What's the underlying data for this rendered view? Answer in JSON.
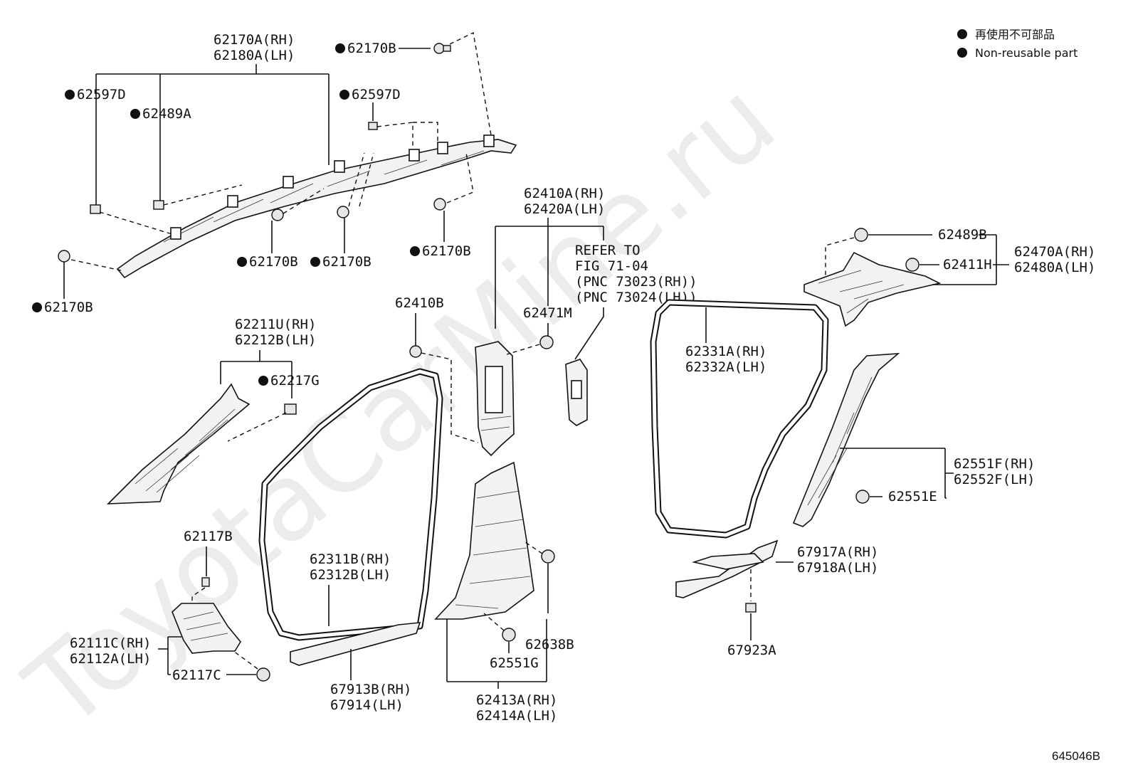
{
  "watermark": "ToyotaCarMine.ru",
  "legend": {
    "jp": "再使用不可部品",
    "en": "Non-reusable part"
  },
  "figure_code": "645046B",
  "labels": {
    "l62170A": "62170A(RH)",
    "l62180A": "62180A(LH)",
    "l62170B_top": "62170B",
    "l62597D_l": "62597D",
    "l62489A": "62489A",
    "l62597D_r": "62597D",
    "l62170B_1": "62170B",
    "l62170B_2": "62170B",
    "l62170B_3": "62170B",
    "l62170B_4": "62170B",
    "l62410A": "62410A(RH)",
    "l62420A": "62420A(LH)",
    "refer1": "REFER TO",
    "refer2": "FIG 71-04",
    "refer3": "(PNC 73023(RH))",
    "refer4": "(PNC 73024(LH))",
    "l62489B": "62489B",
    "l62411H": "62411H",
    "l62470A": "62470A(RH)",
    "l62480A": "62480A(LH)",
    "l62410B": "62410B",
    "l62471M": "62471M",
    "l62211U": "62211U(RH)",
    "l62212B": "62212B(LH)",
    "l62217G": "62217G",
    "l62331A": "62331A(RH)",
    "l62332A": "62332A(LH)",
    "l62551F": "62551F(RH)",
    "l62552F": "62552F(LH)",
    "l62551E": "62551E",
    "l62117B": "62117B",
    "l62311B": "62311B(RH)",
    "l62312B": "62312B(LH)",
    "l67917A": "67917A(RH)",
    "l67918A": "67918A(LH)",
    "l62111C": "62111C(RH)",
    "l62112A": "62112A(LH)",
    "l62117C": "62117C",
    "l62638B": "62638B",
    "l62551G": "62551G",
    "l67923A": "67923A",
    "l67913B": "67913B(RH)",
    "l67914": "67914(LH)",
    "l62413A": "62413A(RH)",
    "l62414A": "62414A(LH)"
  },
  "non_reusable": [
    "62170B",
    "62597D",
    "62489A",
    "62217G"
  ]
}
